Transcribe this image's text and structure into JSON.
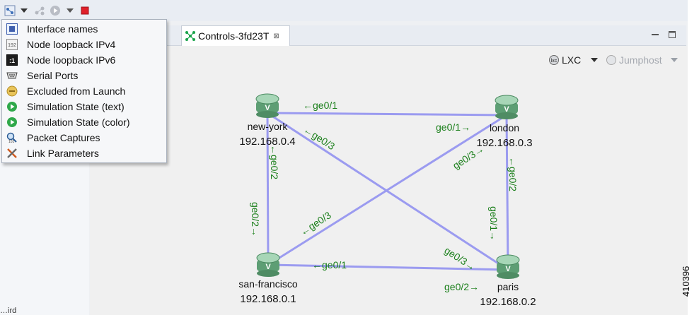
{
  "editor_tab": {
    "label": "Controls-3fd23T"
  },
  "left_pane": {
    "fragment": "…ird"
  },
  "menu": {
    "items": [
      {
        "label": "Interface names",
        "icon": "interface-names-icon"
      },
      {
        "label": "Node loopback IPv4",
        "icon": "ipv4-icon"
      },
      {
        "label": "Node loopback IPv6",
        "icon": "ipv6-icon"
      },
      {
        "label": "Serial Ports",
        "icon": "serial-port-icon"
      },
      {
        "label": "Excluded from Launch",
        "icon": "excluded-icon"
      },
      {
        "label": "Simulation State (text)",
        "icon": "play-icon"
      },
      {
        "label": "Simulation State (color)",
        "icon": "play-icon"
      },
      {
        "label": "Packet Captures",
        "icon": "packet-capture-icon"
      },
      {
        "label": "Link Parameters",
        "icon": "link-parameters-icon"
      }
    ]
  },
  "topology_toolbar": {
    "lxc_label": "LXC",
    "jumphost_label": "Jumphost"
  },
  "nodes": {
    "new_york": {
      "name": "new-york",
      "ip": "192.168.0.4"
    },
    "london": {
      "name": "london",
      "ip": "192.168.0.3"
    },
    "san_francisco": {
      "name": "san-francisco",
      "ip": "192.168.0.1"
    },
    "paris": {
      "name": "paris",
      "ip": "192.168.0.2"
    }
  },
  "interfaces": {
    "ny_london": "←ge0/1",
    "london_ny": "ge0/1→",
    "ny_paris": "←ge0/3",
    "london_sf": "ge0/3→",
    "ny_sf": "←ge0/2",
    "sf_ny": "ge0/2→",
    "london_paris": "←ge0/2",
    "paris_london": "ge0/1→",
    "sf_london": "←ge0/3",
    "sf_paris": "←ge0/1",
    "paris_ny": "ge0/3→",
    "paris_sf": "ge0/2→"
  },
  "figure_number": "410396",
  "colors": {
    "link": "#9b9bf0",
    "interface_label": "#1a7f1a",
    "accent": "#2f6fb8"
  }
}
